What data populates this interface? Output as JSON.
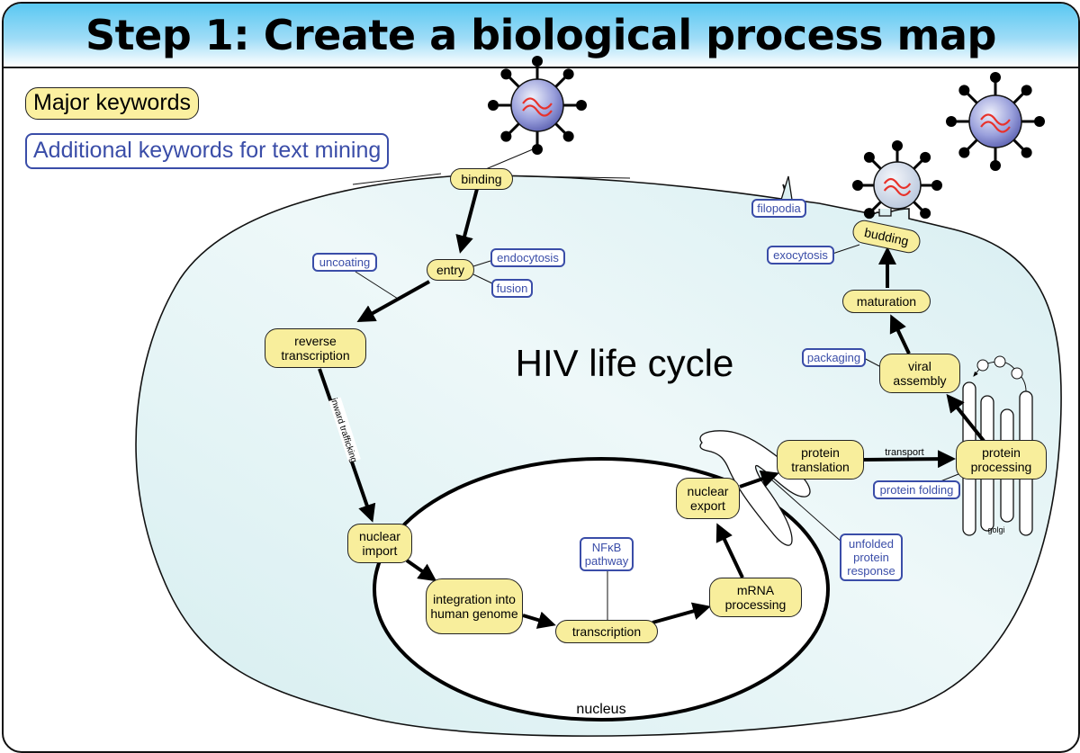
{
  "title": "Step 1: Create a biological process map",
  "legend": {
    "major": "Major keywords",
    "additional": "Additional keywords for text mining"
  },
  "center_label": "HIV life cycle",
  "compartments": {
    "nucleus": "nucleus",
    "golgi": "golgi"
  },
  "edge_labels": {
    "inward_trafficking": "inward trafficking",
    "transport": "transport"
  },
  "major_keywords": {
    "binding": "binding",
    "entry": "entry",
    "reverse_transcription": "reverse transcription",
    "nuclear_import": "nuclear import",
    "integration": "integration into human genome",
    "transcription": "transcription",
    "mrna_processing": "mRNA processing",
    "nuclear_export": "nuclear export",
    "protein_translation": "protein translation",
    "protein_processing": "protein processing",
    "viral_assembly": "viral assembly",
    "maturation": "maturation",
    "budding": "budding"
  },
  "additional_keywords": {
    "uncoating": "uncoating",
    "endocytosis": "endocytosis",
    "fusion": "fusion",
    "nfkb_pathway": "NFκB pathway",
    "unfolded_protein_response": "unfolded protein response",
    "protein_folding": "protein folding",
    "packaging": "packaging",
    "exocytosis": "exocytosis",
    "filopodia": "filopodia"
  },
  "colors": {
    "major_fill": "#f8ee9c",
    "additional_border": "#3a4da8",
    "cell_fill": "#dcf0f2",
    "header_gradient_top": "#5ac8f2",
    "virus_rna": "#e8312a"
  }
}
